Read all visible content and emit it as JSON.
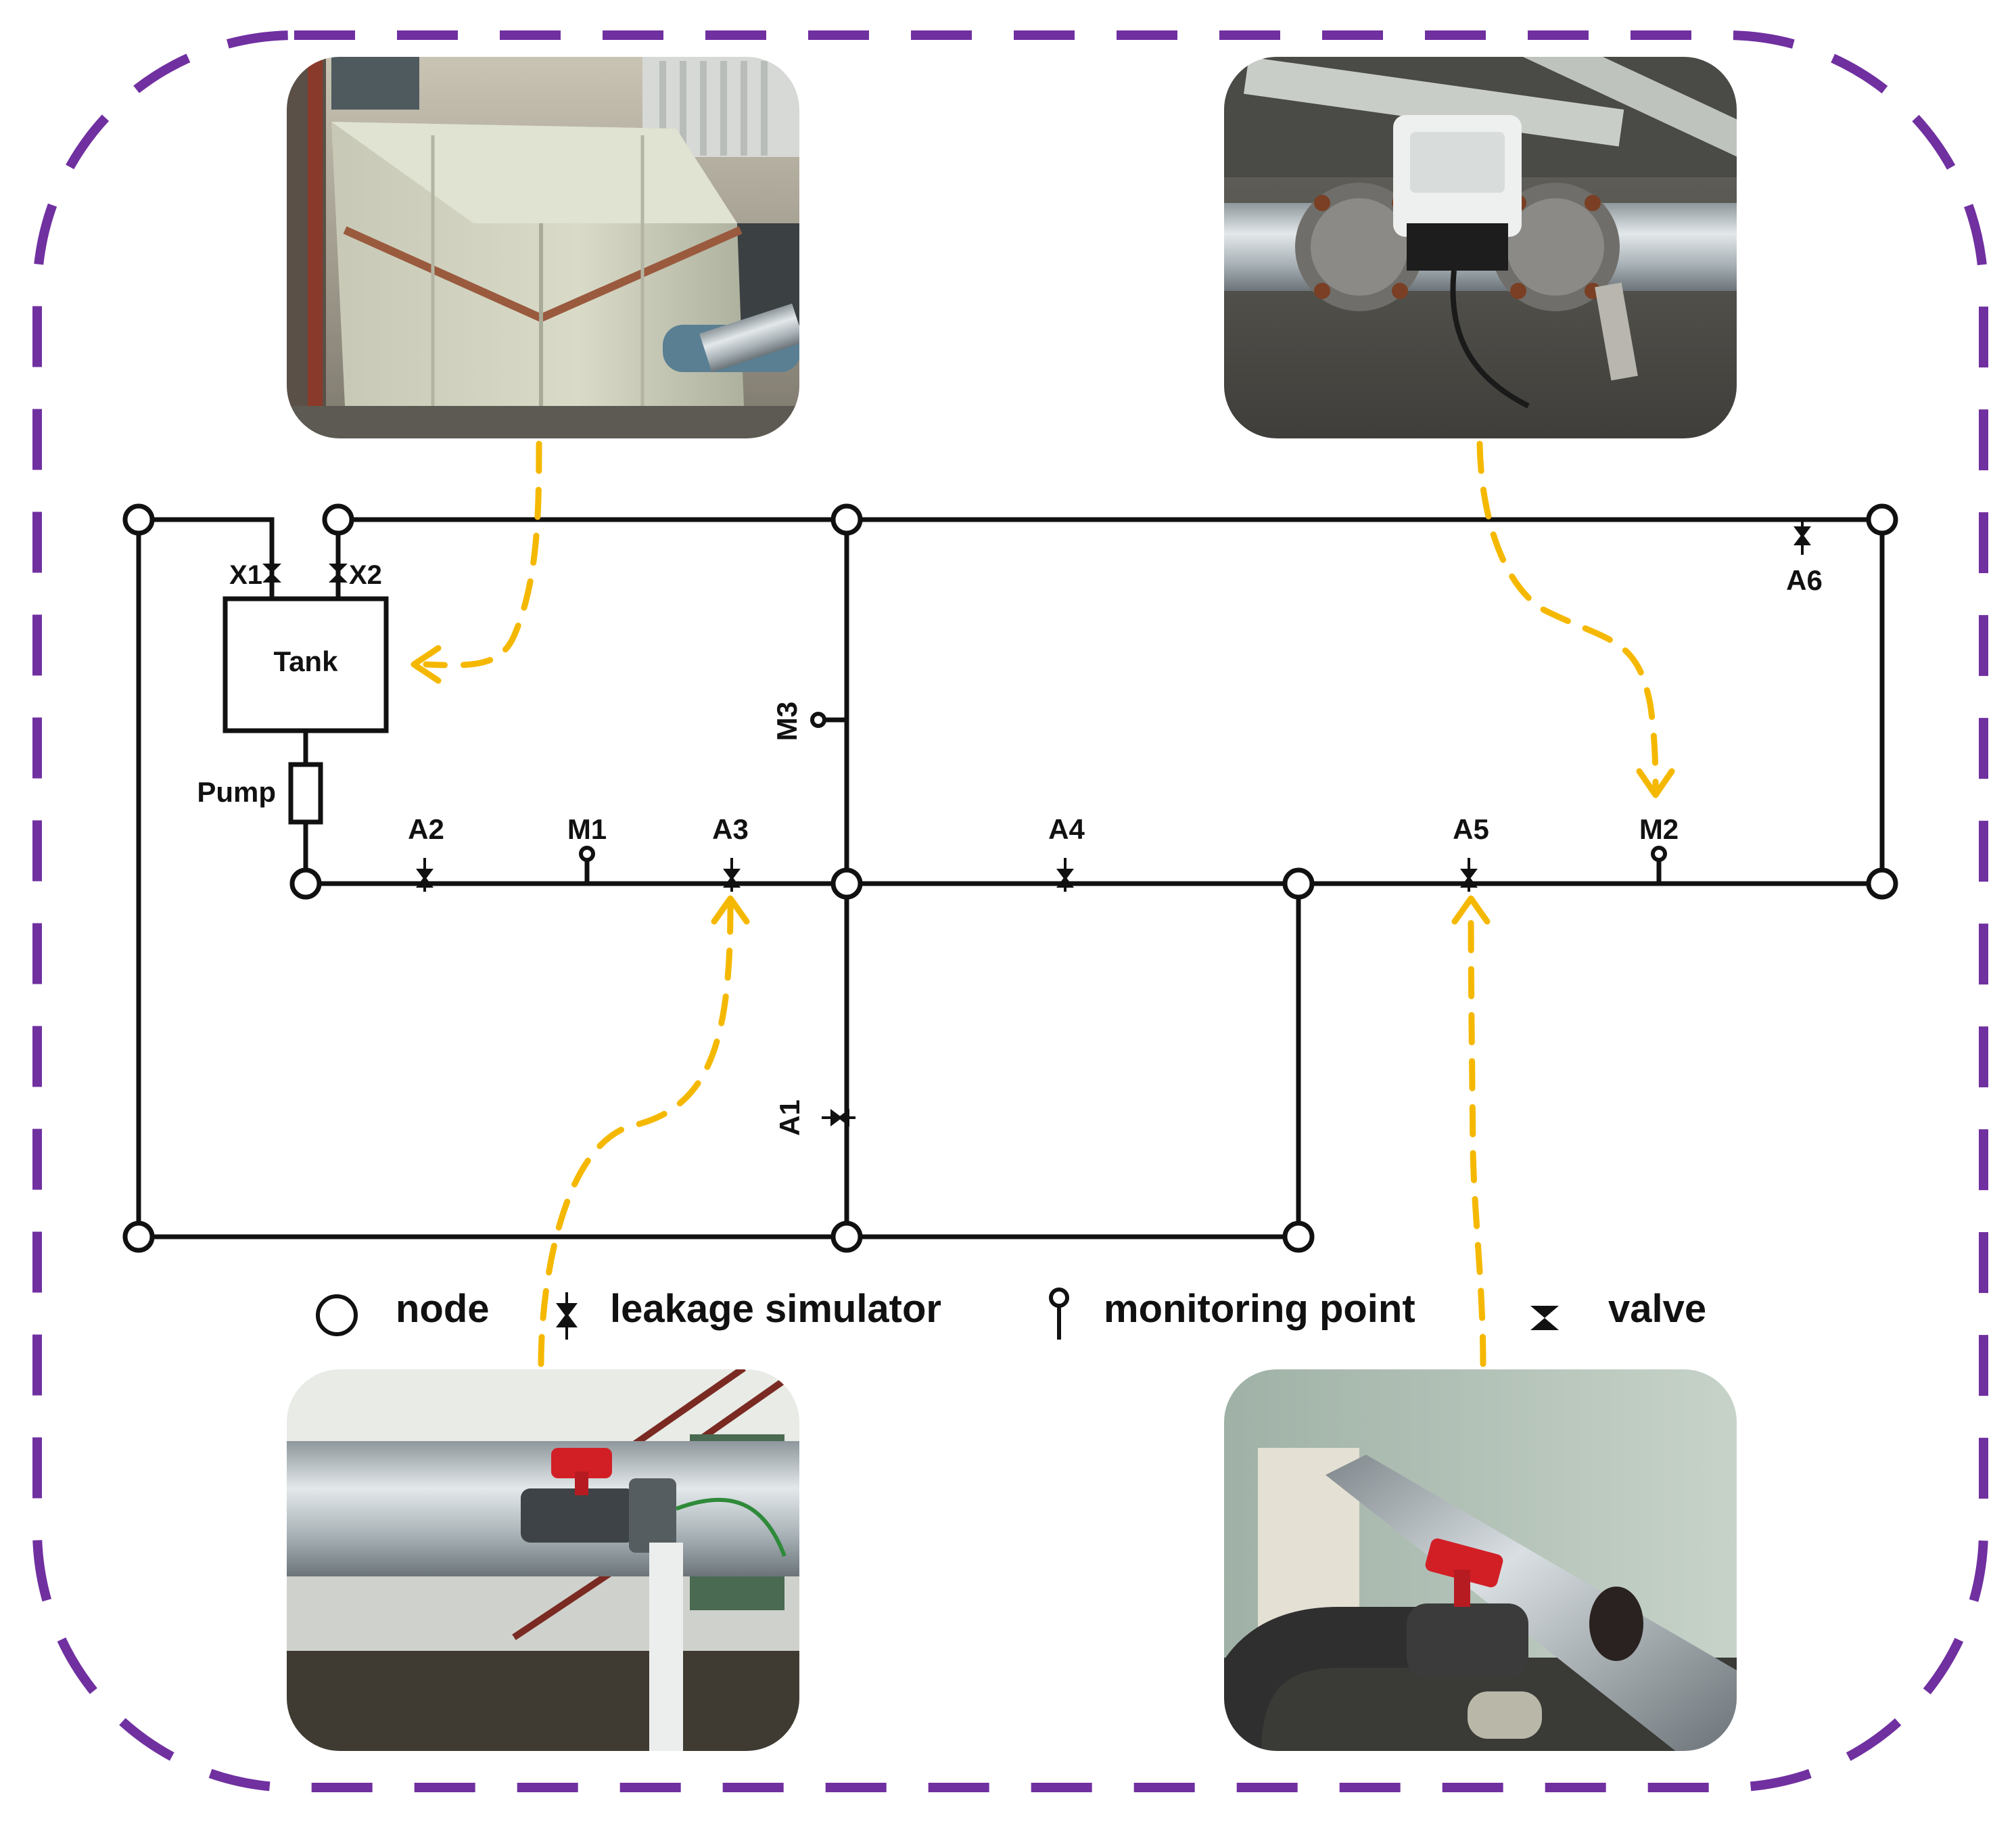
{
  "colors": {
    "frame": "#7030A0",
    "pipe": "#111111",
    "arrow": "#F5B800",
    "background": "#FFFFFF"
  },
  "diagram": {
    "tank_label": "Tank",
    "pump_label": "Pump",
    "valves": [
      {
        "id": "x1",
        "label": "X1"
      },
      {
        "id": "x2",
        "label": "X2"
      }
    ],
    "leak_simulators": [
      {
        "id": "a1",
        "label": "A1"
      },
      {
        "id": "a2",
        "label": "A2"
      },
      {
        "id": "a3",
        "label": "A3"
      },
      {
        "id": "a4",
        "label": "A4"
      },
      {
        "id": "a5",
        "label": "A5"
      },
      {
        "id": "a6",
        "label": "A6"
      }
    ],
    "monitoring_points": [
      {
        "id": "m1",
        "label": "M1"
      },
      {
        "id": "m2",
        "label": "M2"
      },
      {
        "id": "m3",
        "label": "M3"
      }
    ]
  },
  "legend": {
    "node": "node",
    "leak": "leakage simulator",
    "monitor": "monitoring point",
    "valve": "valve"
  },
  "photos": {
    "tank": {
      "icon": "tank-photo"
    },
    "flow_meter": {
      "icon": "flow-meter-photo"
    },
    "leak_valve_left": {
      "icon": "leak-valve-photo"
    },
    "leak_valve_right": {
      "icon": "leak-valve-photo"
    }
  }
}
